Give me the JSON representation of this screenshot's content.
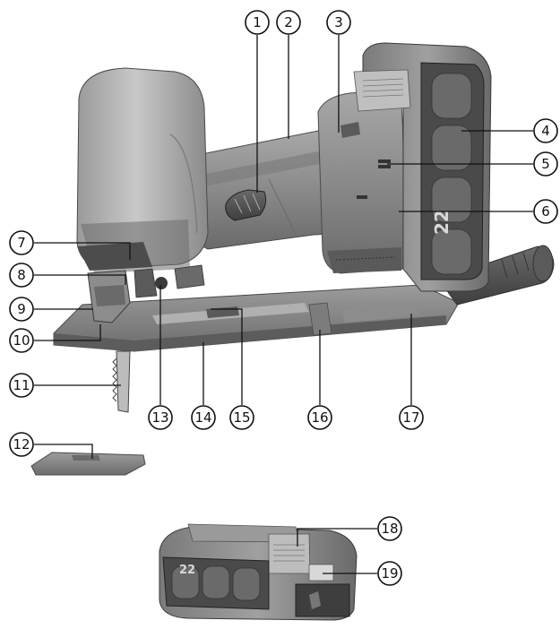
{
  "figure": {
    "callouts": [
      {
        "id": "1",
        "label": "1"
      },
      {
        "id": "2",
        "label": "2"
      },
      {
        "id": "3",
        "label": "3"
      },
      {
        "id": "4",
        "label": "4"
      },
      {
        "id": "5",
        "label": "5"
      },
      {
        "id": "6",
        "label": "6"
      },
      {
        "id": "7",
        "label": "7"
      },
      {
        "id": "8",
        "label": "8"
      },
      {
        "id": "9",
        "label": "9"
      },
      {
        "id": "10",
        "label": "10"
      },
      {
        "id": "11",
        "label": "11"
      },
      {
        "id": "12",
        "label": "12"
      },
      {
        "id": "13",
        "label": "13"
      },
      {
        "id": "14",
        "label": "14"
      },
      {
        "id": "15",
        "label": "15"
      },
      {
        "id": "16",
        "label": "16"
      },
      {
        "id": "17",
        "label": "17"
      },
      {
        "id": "18",
        "label": "18"
      },
      {
        "id": "19",
        "label": "19"
      }
    ],
    "battery_body_text": "22",
    "battery_pack_text": "22"
  }
}
